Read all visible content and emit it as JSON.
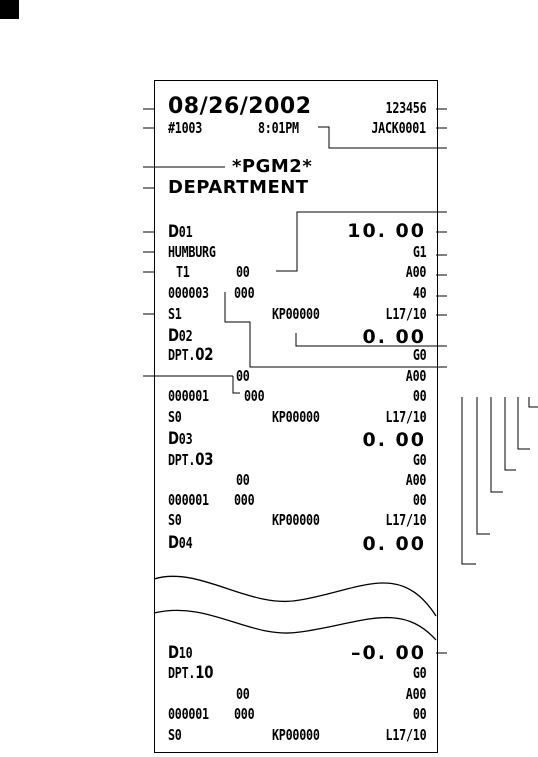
{
  "receipt": {
    "date": "08/26/2002",
    "machine_no": "123456",
    "consecutive_no": "#1003",
    "time": "8:01PM",
    "clerk": "JACK0001",
    "mode_title": "*PGM2*",
    "section_title": "DEPARTMENT",
    "dept_prefix": "D",
    "departments": [
      {
        "code": "01",
        "name": "HUMBURG",
        "name_prefix": "",
        "name_code": "",
        "amount": "10. 00",
        "group": "G1",
        "tax": "T1",
        "qty_flag": "00",
        "age": "A00",
        "count": "000003",
        "count2": "000",
        "limit": "40",
        "status": "S1",
        "kp": "KP00000",
        "lr": "L17/10"
      },
      {
        "code": "02",
        "name": "",
        "name_prefix": "DPT.",
        "name_code": "02",
        "amount": "0. 00",
        "group": "G0",
        "tax": "",
        "qty_flag": "00",
        "age": "A00",
        "count": "000001",
        "count2": "000",
        "limit": "00",
        "status": "S0",
        "kp": "KP00000",
        "lr": "L17/10"
      },
      {
        "code": "03",
        "name": "",
        "name_prefix": "DPT.",
        "name_code": "03",
        "amount": "0. 00",
        "group": "G0",
        "tax": "",
        "qty_flag": "00",
        "age": "A00",
        "count": "000001",
        "count2": "000",
        "limit": "00",
        "status": "S0",
        "kp": "KP00000",
        "lr": "L17/10"
      },
      {
        "code": "04",
        "amount": "0. 00"
      }
    ],
    "last_department": {
      "code": "10",
      "name_prefix": "DPT.",
      "name_code": "10",
      "amount": "–0. 00",
      "group": "G0",
      "qty_flag": "00",
      "age": "A00",
      "count": "000001",
      "count2": "000",
      "limit": "00",
      "status": "S0",
      "kp": "KP00000",
      "lr": "L17/10"
    }
  }
}
